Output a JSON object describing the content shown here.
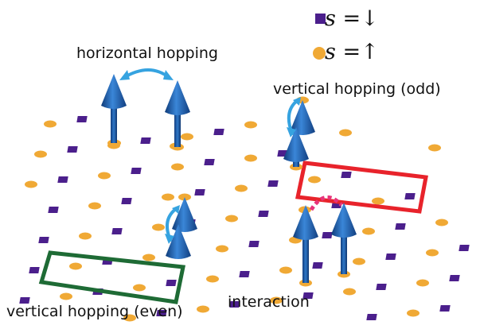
{
  "legend": {
    "down": {
      "symbol": "s",
      "operator": "=",
      "arrow": "↓",
      "marker": "square"
    },
    "up": {
      "symbol": "s",
      "operator": "=",
      "arrow": "↑",
      "marker": "circle"
    }
  },
  "labels": {
    "horizontal": "horizontal hopping",
    "vertical_odd": "vertical hopping (odd)",
    "vertical_even": "vertical hopping (even)",
    "interaction": "interaction"
  },
  "colors": {
    "square": "#4b1f8c",
    "circle": "#f0a935",
    "arrow": "#1b56a6",
    "hop_arc": "#36a3e0",
    "interaction_arc": "#e8337a",
    "odd_box": "#e8232b",
    "even_box": "#1e6b35"
  }
}
